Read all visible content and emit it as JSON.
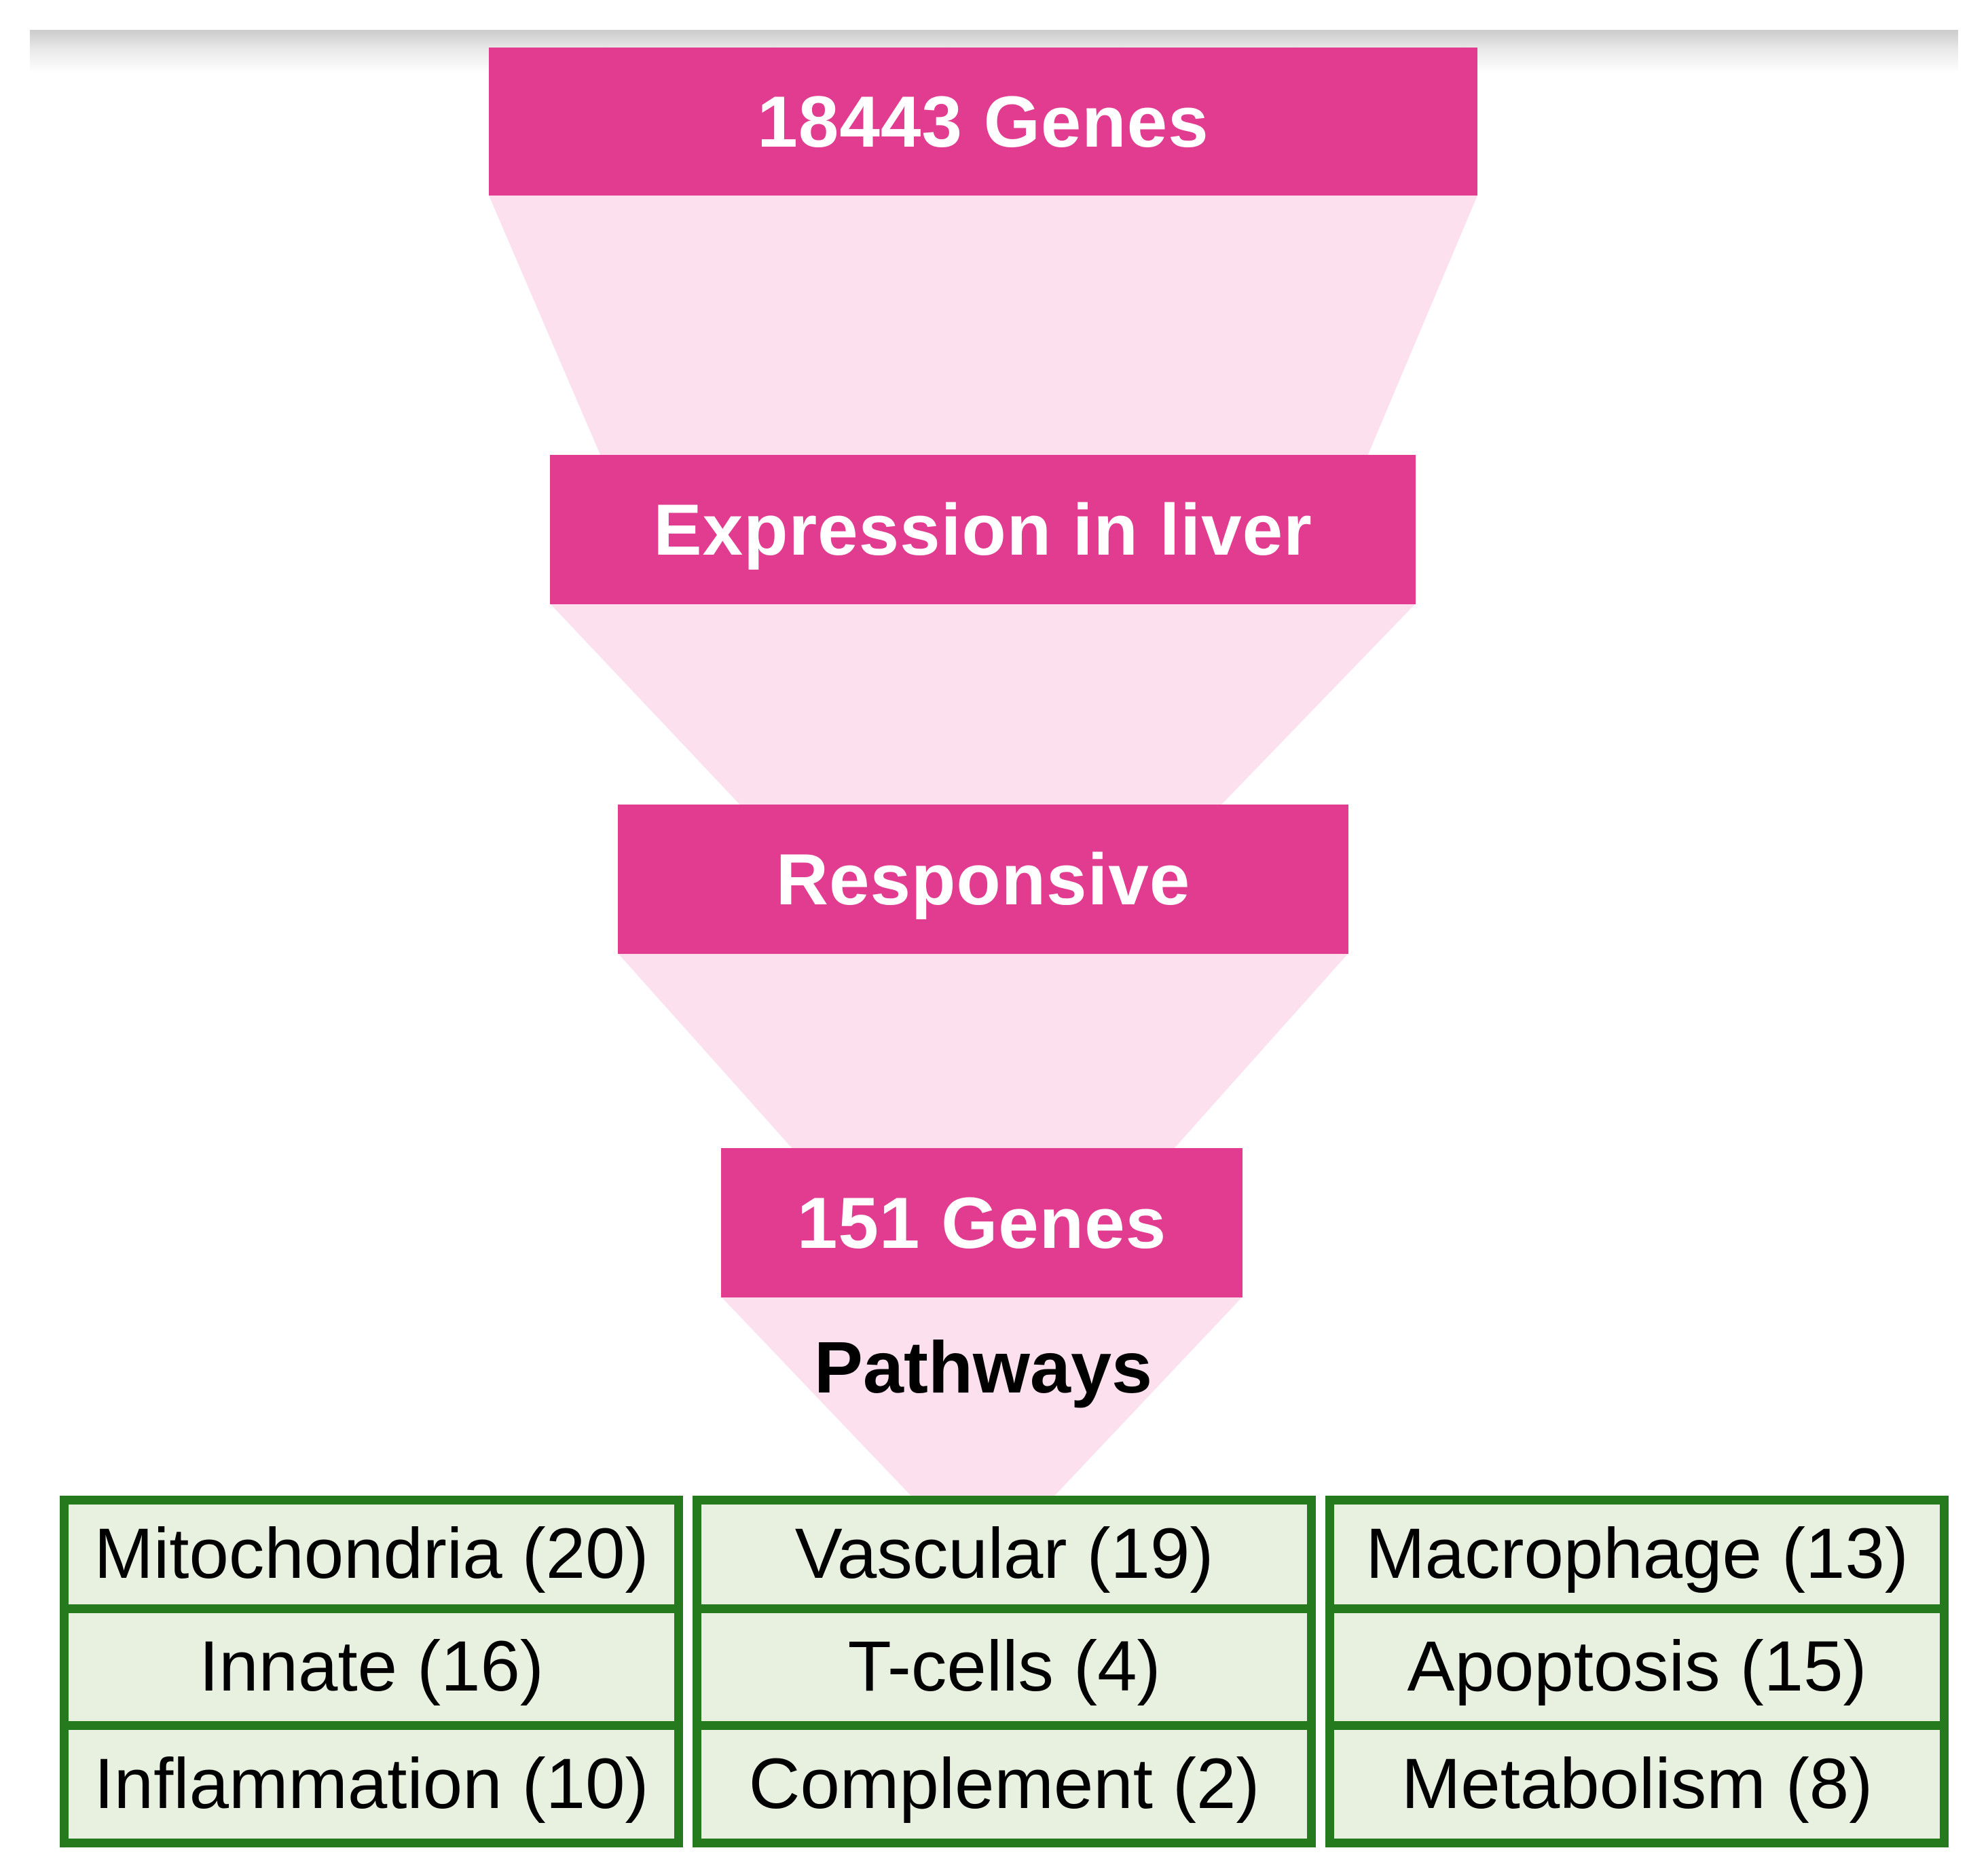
{
  "funnel": {
    "steps": [
      {
        "label": "18443 Genes"
      },
      {
        "label": "Expression in liver"
      },
      {
        "label": "Responsive"
      },
      {
        "label": "151 Genes"
      }
    ],
    "pathways_label": "Pathways"
  },
  "table": {
    "rows": [
      {
        "cells": [
          "Mitochondria (20)",
          "Vascular (19)",
          "Macrophage (13)"
        ]
      },
      {
        "cells": [
          "Innate (16)",
          "T-cells (4)",
          "Apoptosis (15)"
        ]
      },
      {
        "cells": [
          "Inflammation (10)",
          "Complement (2)",
          "Metabolism (8)"
        ]
      }
    ]
  },
  "colors": {
    "bar_pink": "#e23c91",
    "funnel_light_pink": "#fce0ee",
    "table_border_green": "#257a1e",
    "table_cell_green": "#e8f1df",
    "bar_text": "#ffffff",
    "body_text": "#000000"
  }
}
